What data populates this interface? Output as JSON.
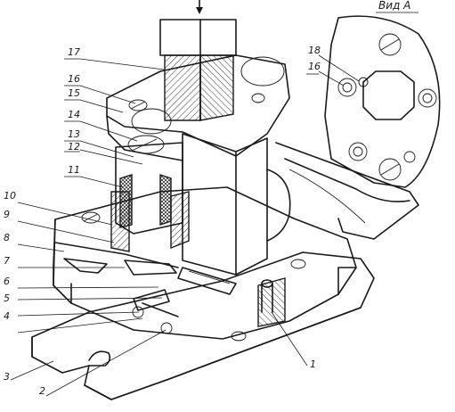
{
  "view_label": "Вид А",
  "callouts": {
    "c1": "1",
    "c2": "2",
    "c3": "3",
    "c4": "4",
    "c5": "5",
    "c6": "6",
    "c7": "7",
    "c8": "8",
    "c9": "9",
    "c10": "10",
    "c11": "11",
    "c12": "12",
    "c13": "13",
    "c14": "14",
    "c15": "15",
    "c16": "16",
    "c17": "17",
    "c18": "18",
    "v16": "16"
  }
}
